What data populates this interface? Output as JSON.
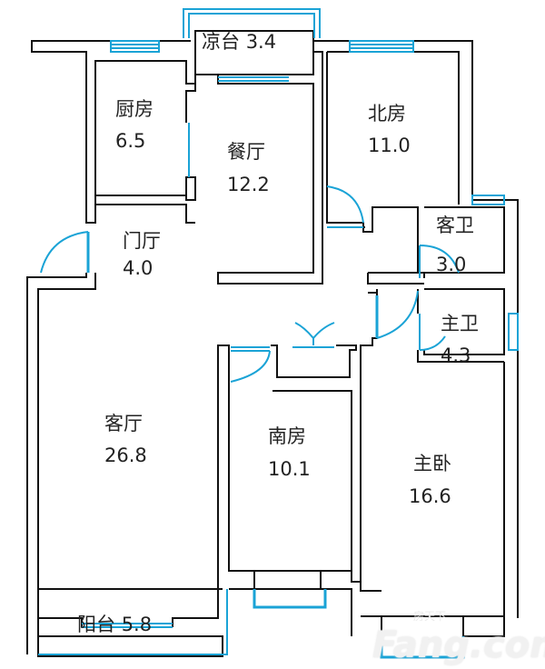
{
  "rooms": [
    {
      "name": "凉台",
      "area": "3.4"
    },
    {
      "name": "厨房",
      "area": "6.5"
    },
    {
      "name": "餐厅",
      "area": "12.2"
    },
    {
      "name": "北房",
      "area": "11.0"
    },
    {
      "name": "客卫",
      "area": "3.0"
    },
    {
      "name": "门厅",
      "area": "4.0"
    },
    {
      "name": "主卫",
      "area": "4.3"
    },
    {
      "name": "客厅",
      "area": "26.8"
    },
    {
      "name": "南房",
      "area": "10.1"
    },
    {
      "name": "主卧",
      "area": "16.6"
    },
    {
      "name": "阳台",
      "area": "5.8"
    }
  ],
  "watermark": {
    "cn": "房天下",
    "en": "Fang.com"
  },
  "colors": {
    "wall": "#111111",
    "window": "#1aa3d6"
  }
}
